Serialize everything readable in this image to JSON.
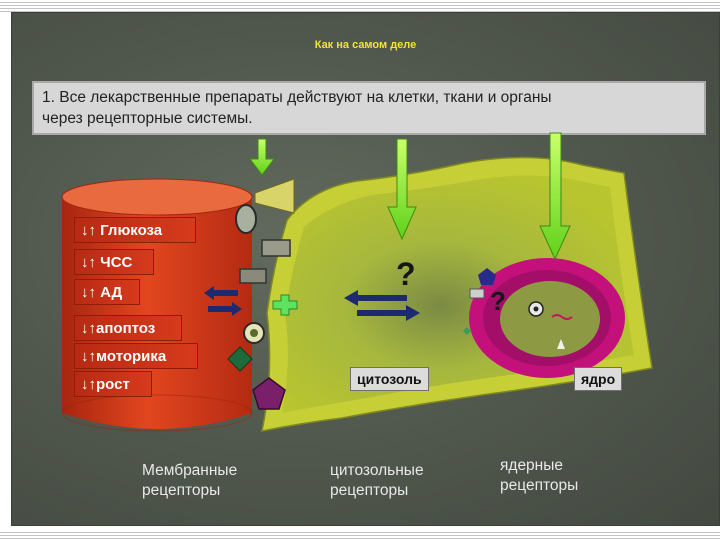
{
  "slide": {
    "title": "Как на самом деле",
    "statement_line1": "1. Все лекарственные препараты действуют на клетки, ткани и органы",
    "statement_line2": "через рецепторные системы."
  },
  "membrane_effects": [
    "↓↑ Глюкоза",
    "↓↑ ЧСС",
    "↓↑ АД",
    "↓↑апоптоз",
    "↓↑моторика",
    "↓↑рост"
  ],
  "compartments": {
    "cytosol": "цитозоль",
    "nucleus": "ядро"
  },
  "question_mark": "?",
  "receptor_captions": {
    "membrane_line1": "Мембранные",
    "membrane_line2": "рецепторы",
    "cytosol_line1": "цитозольные",
    "cytosol_line2": "рецепторы",
    "nuclear_line1": "ядерные",
    "nuclear_line2": "рецепторы"
  },
  "colors": {
    "drug_arrow": "#8df22e",
    "cell_fill": "#aabb2c",
    "membrane_fill": "#c9d23a",
    "cylinder": "#d13a1d",
    "nucleus_ring": "#c5107a",
    "transport_arrow": "#1e2a6e"
  }
}
